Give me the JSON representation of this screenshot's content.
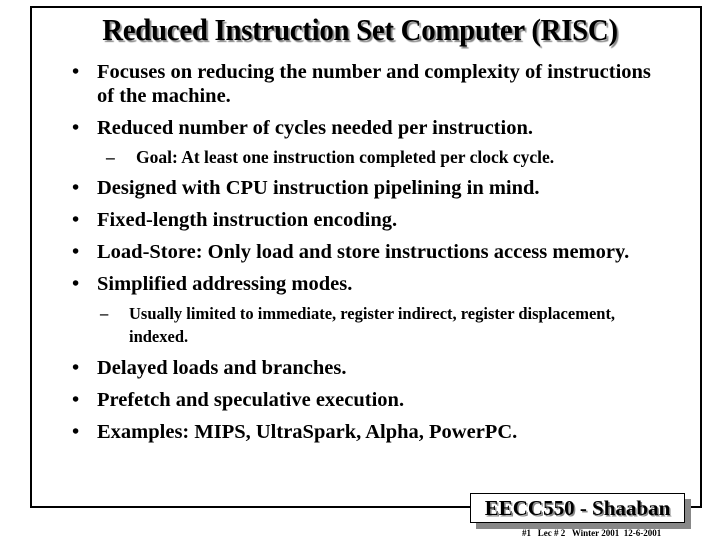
{
  "slide": {
    "title": "Reduced Instruction Set Computer (RISC)",
    "bullets": [
      {
        "text": "Focuses on reducing the number and complexity of instructions of the machine."
      },
      {
        "text": "Reduced number of cycles needed per instruction."
      },
      {
        "text": "Goal:  At least one instruction completed per clock cycle.",
        "level": 2
      },
      {
        "text": "Designed with CPU instruction pipelining in mind."
      },
      {
        "text": "Fixed-length instruction encoding."
      },
      {
        "text": "Load-Store: Only load and store instructions access memory."
      },
      {
        "text": "Simplified addressing modes."
      },
      {
        "text": "Usually limited to immediate, register indirect, register displacement, indexed.",
        "level": 2
      },
      {
        "text": "Delayed loads and branches."
      },
      {
        "text": "Prefetch and speculative execution."
      },
      {
        "text": "Examples: MIPS, UltraSpark, Alpha, PowerPC."
      }
    ],
    "bullet_symbol": "•",
    "dash_symbol": "–",
    "badge": "EECC550 - Shaaban",
    "footer": "#1   Lec # 2   Winter 2001  12-6-2001"
  }
}
